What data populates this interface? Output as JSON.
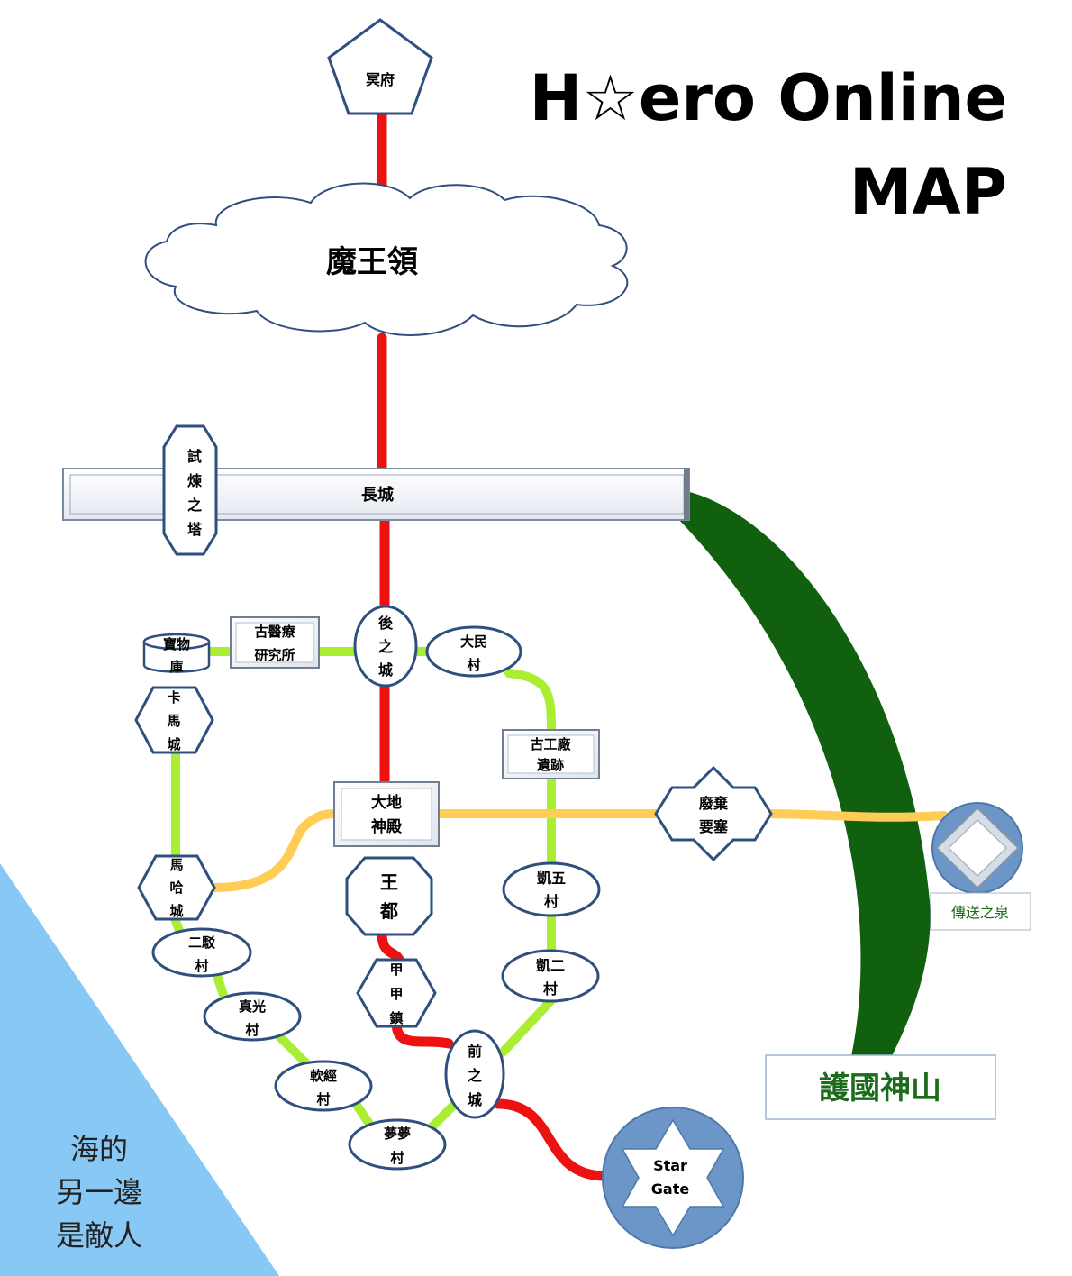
{
  "header": {
    "title_line1": "H☆ero Online",
    "title_line2": "MAP"
  },
  "colors": {
    "red_route": "#ee1111",
    "green_route": "#aaee33",
    "yellow_route": "#ffcc55",
    "mountain": "#106010",
    "sea": "#87c8f5",
    "node_border": "#2f4f7f",
    "portal_blue": "#6c96c8",
    "mountain_label": "#1a6b1a"
  },
  "places": {
    "underworld": "冥府",
    "demon_domain": "魔王領",
    "great_wall": "長城",
    "trial_tower": [
      "試",
      "煉",
      "之",
      "塔"
    ],
    "rear_city": [
      "後",
      "之",
      "城"
    ],
    "treasury": [
      "寶物",
      "庫"
    ],
    "med_lab": [
      "古醫療",
      "研究所"
    ],
    "damin_village": [
      "大民",
      "村"
    ],
    "kama_city": [
      "卡",
      "馬",
      "城"
    ],
    "factory_ruins": [
      "古工廠",
      "遺跡"
    ],
    "earth_temple": [
      "大地",
      "神殿"
    ],
    "abandoned_fort": [
      "廢棄",
      "要塞"
    ],
    "teleport_spring": "傳送之泉",
    "maha_city": [
      "馬",
      "哈",
      "城"
    ],
    "capital": [
      "王",
      "都"
    ],
    "kai5_village": [
      "凱五",
      "村"
    ],
    "erjun_village": [
      "二駁",
      "村"
    ],
    "jiajia_town": [
      "甲",
      "甲",
      "鎮"
    ],
    "kai2_village": [
      "凱二",
      "村"
    ],
    "zhenguang_village": [
      "真光",
      "村"
    ],
    "front_city": [
      "前",
      "之",
      "城"
    ],
    "ruanjing_village": [
      "軟經",
      "村"
    ],
    "mengmeng_village": [
      "夢夢",
      "村"
    ],
    "star_gate": [
      "Star",
      "Gate"
    ],
    "guardian_mountain": "護國神山",
    "sea_text": [
      "海的",
      "另一邊",
      "是敵人"
    ]
  }
}
